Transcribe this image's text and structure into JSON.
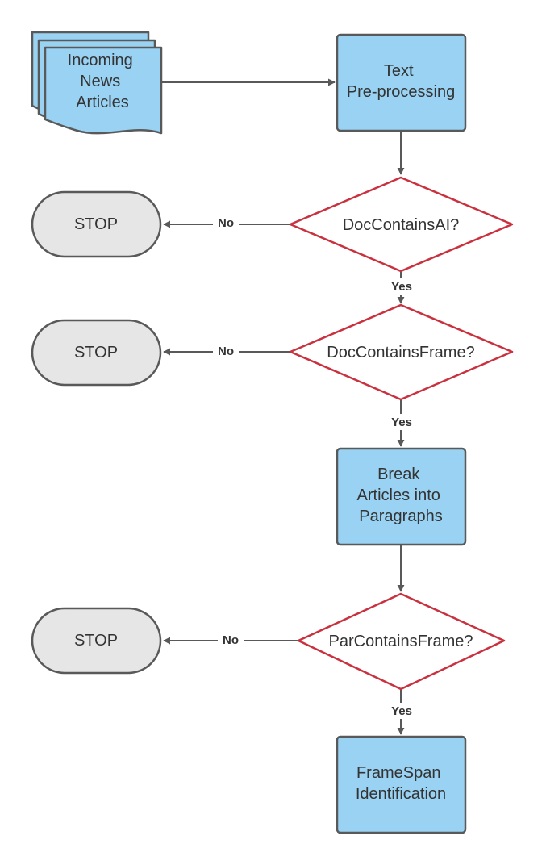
{
  "colors": {
    "process_fill": "#99d2f2",
    "process_stroke": "#595959",
    "decision_stroke": "#c9313f",
    "terminal_fill": "#e6e6e6",
    "terminal_stroke": "#595959",
    "line": "#595959"
  },
  "nodes": {
    "incoming": {
      "lines": [
        "Incoming",
        "News",
        "Articles"
      ]
    },
    "preprocess": {
      "lines": [
        "Text",
        "Pre-processing"
      ]
    },
    "decision1": {
      "label": "DocContainsAI?"
    },
    "decision2": {
      "label": "DocContainsFrame?"
    },
    "break": {
      "lines": [
        "Break",
        "Articles into",
        "Paragraphs"
      ]
    },
    "decision3": {
      "label": "ParContainsFrame?"
    },
    "framespan": {
      "lines": [
        "FrameSpan",
        "Identification"
      ]
    },
    "stop1": {
      "label": "STOP"
    },
    "stop2": {
      "label": "STOP"
    },
    "stop3": {
      "label": "STOP"
    }
  },
  "edges": {
    "d1_no": "No",
    "d1_yes": "Yes",
    "d2_no": "No",
    "d2_yes": "Yes",
    "d3_no": "No",
    "d3_yes": "Yes"
  }
}
